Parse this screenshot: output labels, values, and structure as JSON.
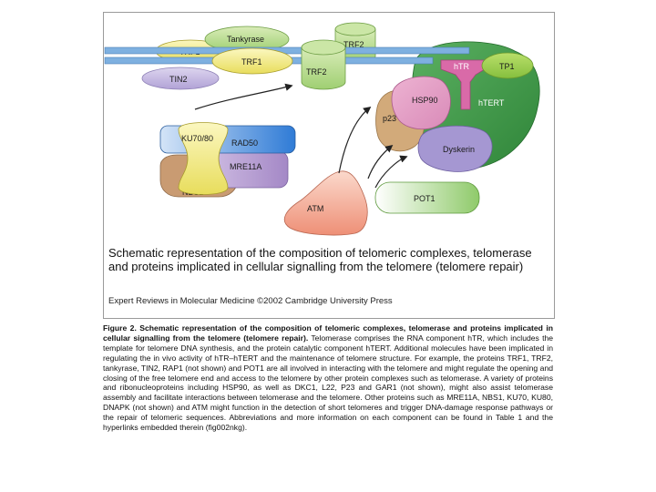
{
  "labels": {
    "tankyrase": "Tankyrase",
    "trf1_a": "TRF1",
    "trf1_b": "TRF1",
    "trf2_a": "TRF2",
    "trf2_b": "TRF2",
    "tin2": "TIN2",
    "htr": "hTR",
    "tp1": "TP1",
    "hsp90": "HSP90",
    "htert": "hTERT",
    "p23": "p23",
    "dyskerin": "Dyskerin",
    "ku7080": "KU70/80",
    "rad50": "RAD50",
    "mre11a": "MRE11A",
    "nbs1": "NBS1",
    "atm": "ATM",
    "pot1": "POT1"
  },
  "schematic": {
    "title": "Schematic representation of the composition of telomeric complexes, telomerase and proteins implicated in cellular signalling from the telomere (telomere repair)",
    "credit": "Expert Reviews in Molecular Medicine ©2002 Cambridge University Press"
  },
  "caption": {
    "lead": "Figure 2. Schematic representation of the composition of telomeric complexes, telomerase and proteins implicated in cellular signalling from the telomere (telomere repair).",
    "body": "Telomerase comprises the RNA component hTR, which includes the template for telomere DNA synthesis, and the protein catalytic component hTERT. Additional molecules have been implicated in regulating the in vivo activity of hTR–hTERT and the maintenance of telomere structure. For example, the proteins TRF1, TRF2, tankyrase, TIN2, RAP1 (not shown) and POT1 are all involved in interacting with the telomere and might regulate the opening and closing of the free telomere end and access to the telomere by other protein complexes such as telomerase. A variety of proteins and ribonucleoproteins including HSP90, as well as DKC1, L22, P23 and GAR1 (not shown), might also assist telomerase assembly and facilitate interactions between telomerase and the telomere. Other proteins such as MRE11A, NBS1, KU70, KU80, DNAPK (not shown) and ATM might function in the detection of short telomeres and trigger DNA-damage response pathways or the repair of telomeric sequences. Abbreviations and more information on each component can be found in Table 1 and the hyperlinks embedded therein (fig002nkg)."
  },
  "colors": {
    "dna_blue": "#6fa3d8",
    "protein_yellow": "#f3ec86",
    "tankyrase_green": "#b6d98a",
    "telomerase_green": "#3f9a46",
    "htr_pink": "#d86aa6",
    "tin2_lavender": "#c3b6df",
    "atm_salmon": "#f19c85",
    "p23_tan": "#cfa777",
    "dyskerin_lav": "#a396cf",
    "ku_blue": "#5c8fd3",
    "mre11a_lilac": "#b9a4cf",
    "nbs1_tan": "#c89a70",
    "pot1_green": "#a9d68a"
  }
}
